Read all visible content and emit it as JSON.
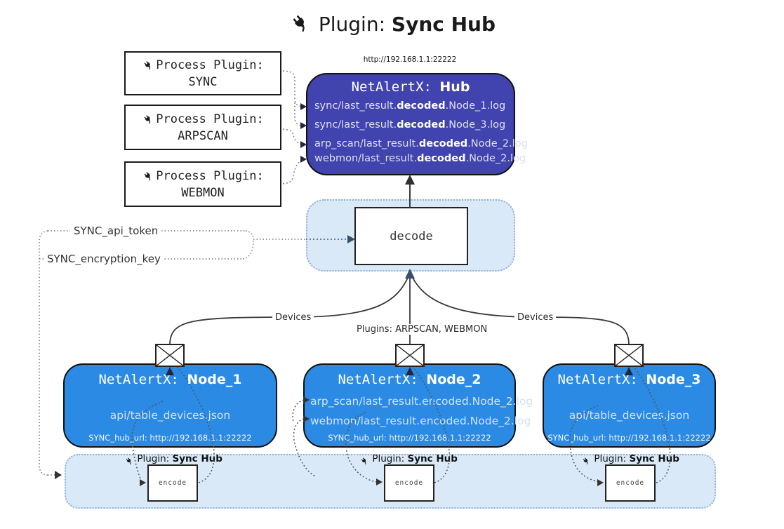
{
  "title": {
    "label": "Plugin:",
    "name": "Sync Hub"
  },
  "hub_url_label": "http://192.168.1.1:22222",
  "process_plugins": [
    {
      "label": "Process Plugin:",
      "name": "SYNC"
    },
    {
      "label": "Process Plugin:",
      "name": "ARPSCAN"
    },
    {
      "label": "Process Plugin:",
      "name": "WEBMON"
    }
  ],
  "hub": {
    "title_prefix": "NetAlertX:",
    "title_name": "Hub",
    "logs": [
      {
        "pre": "sync/last_result.",
        "bold": "decoded",
        "post": ".Node_1.log"
      },
      {
        "pre": "sync/last_result.",
        "bold": "decoded",
        "post": ".Node_3.log"
      },
      {
        "pre": "arp_scan/last_result.",
        "bold": "decoded",
        "post": ".Node_2.log"
      },
      {
        "pre": "webmon/last_result.",
        "bold": "decoded",
        "post": ".Node_2.log"
      }
    ]
  },
  "decode": {
    "label": "decode"
  },
  "config": {
    "api_token": "SYNC_api_token",
    "encryption_key": "SYNC_encryption_key"
  },
  "edge_labels": {
    "devices_left": "Devices",
    "plugins": "Plugins: ARPSCAN, WEBMON",
    "devices_right": "Devices"
  },
  "nodes": [
    {
      "title_prefix": "NetAlertX:",
      "title_name": "Node_1",
      "files": [
        "api/table_devices.json"
      ],
      "hub_url": "SYNC_hub_url: http://192.168.1.1:22222"
    },
    {
      "title_prefix": "NetAlertX:",
      "title_name": "Node_2",
      "files": [
        "arp_scan/last_result.encoded.Node_2.log",
        "webmon/last_result.encoded.Node_2.log"
      ],
      "hub_url": "SYNC_hub_url: http://192.168.1.1:22222"
    },
    {
      "title_prefix": "NetAlertX:",
      "title_name": "Node_3",
      "files": [
        "api/table_devices.json"
      ],
      "hub_url": "SYNC_hub_url: http://192.168.1.1:22222"
    }
  ],
  "encode_plugins": [
    {
      "label": "Plugin:",
      "name": "Sync Hub",
      "box": "encode"
    },
    {
      "label": "Plugin:",
      "name": "Sync Hub",
      "box": "encode"
    },
    {
      "label": "Plugin:",
      "name": "Sync Hub",
      "box": "encode"
    }
  ],
  "colors": {
    "hub_fill": "#4143ae",
    "node_fill": "#2a8ae4",
    "panel_fill": "#d9e9f8",
    "panel_border": "#8fb2d0",
    "arrow_dark": "#35506b",
    "line_gray": "#3a3a3a"
  }
}
